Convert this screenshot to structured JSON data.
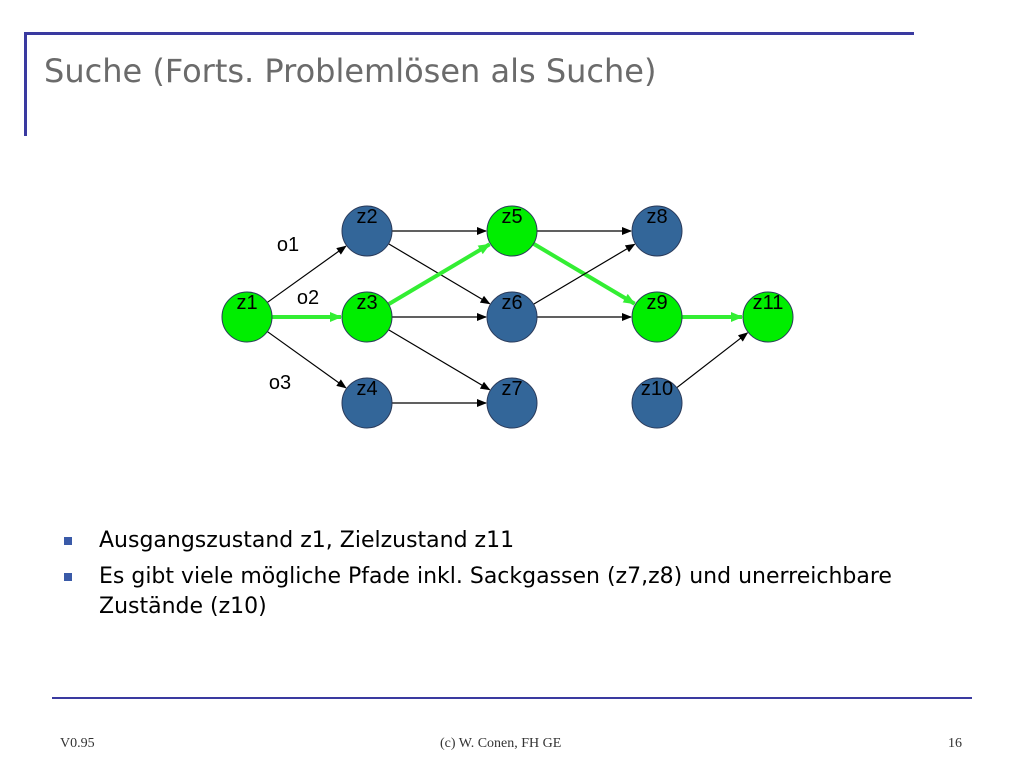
{
  "title": "Suche (Forts. Problemlösen als Suche)",
  "graph": {
    "colors": {
      "state_default": "#336699",
      "state_path": "#00ee00",
      "node_border": "#2a3a5a",
      "edge_default": "#000000",
      "edge_path": "#33ee33"
    },
    "nodes": [
      {
        "id": "z1",
        "label": "z1",
        "on_path": true
      },
      {
        "id": "z2",
        "label": "z2",
        "on_path": false
      },
      {
        "id": "z3",
        "label": "z3",
        "on_path": true
      },
      {
        "id": "z4",
        "label": "z4",
        "on_path": false
      },
      {
        "id": "z5",
        "label": "z5",
        "on_path": true
      },
      {
        "id": "z6",
        "label": "z6",
        "on_path": false
      },
      {
        "id": "z7",
        "label": "z7",
        "on_path": false
      },
      {
        "id": "z8",
        "label": "z8",
        "on_path": false
      },
      {
        "id": "z9",
        "label": "z9",
        "on_path": true
      },
      {
        "id": "z10",
        "label": "z10",
        "on_path": false
      },
      {
        "id": "z11",
        "label": "z11",
        "on_path": true
      }
    ],
    "edges": [
      {
        "from": "z1",
        "to": "z2",
        "on_path": false,
        "label": "o1"
      },
      {
        "from": "z1",
        "to": "z3",
        "on_path": true,
        "label": "o2"
      },
      {
        "from": "z1",
        "to": "z4",
        "on_path": false,
        "label": "o3"
      },
      {
        "from": "z2",
        "to": "z5",
        "on_path": false
      },
      {
        "from": "z2",
        "to": "z6",
        "on_path": false
      },
      {
        "from": "z3",
        "to": "z5",
        "on_path": true
      },
      {
        "from": "z3",
        "to": "z6",
        "on_path": false
      },
      {
        "from": "z3",
        "to": "z7",
        "on_path": false
      },
      {
        "from": "z4",
        "to": "z7",
        "on_path": false
      },
      {
        "from": "z5",
        "to": "z8",
        "on_path": false
      },
      {
        "from": "z5",
        "to": "z9",
        "on_path": true
      },
      {
        "from": "z6",
        "to": "z8",
        "on_path": false
      },
      {
        "from": "z6",
        "to": "z9",
        "on_path": false
      },
      {
        "from": "z9",
        "to": "z11",
        "on_path": true
      },
      {
        "from": "z10",
        "to": "z11",
        "on_path": false
      }
    ]
  },
  "bullets": [
    {
      "text": "Ausgangszustand z1, Zielzustand z11"
    },
    {
      "text": "Es gibt viele mögliche Pfade inkl. Sackgassen (z7,z8) und unerreichbare Zustände (z10)"
    }
  ],
  "footer": {
    "version": "V0.95",
    "copyright": "(c) W. Conen, FH GE",
    "page": "16"
  }
}
